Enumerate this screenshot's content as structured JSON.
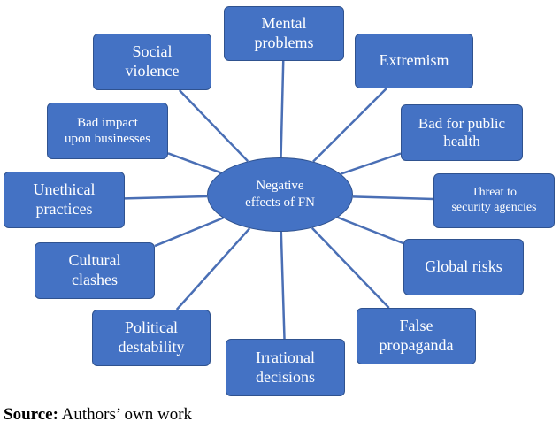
{
  "diagram": {
    "center_label": "Negative\neffects of FN",
    "colors": {
      "fill": "#4472c4",
      "stroke": "#2f528f",
      "connector": "#4a6fb5"
    },
    "nodes": [
      {
        "id": "mental-problems",
        "label": "Mental\nproblems"
      },
      {
        "id": "extremism",
        "label": "Extremism"
      },
      {
        "id": "bad-for-public-health",
        "label": "Bad for public\nhealth"
      },
      {
        "id": "threat-to-security-agencies",
        "label": "Threat to\nsecurity agencies"
      },
      {
        "id": "global-risks",
        "label": "Global risks"
      },
      {
        "id": "false-propaganda",
        "label": "False\npropaganda"
      },
      {
        "id": "irrational-decisions",
        "label": "Irrational\ndecisions"
      },
      {
        "id": "political-destability",
        "label": "Political\ndestability"
      },
      {
        "id": "cultural-clashes",
        "label": "Cultural\nclashes"
      },
      {
        "id": "unethical-practices",
        "label": "Unethical\npractices"
      },
      {
        "id": "bad-impact-upon-businesses",
        "label": "Bad impact\nupon businesses"
      },
      {
        "id": "social-violence",
        "label": "Social\nviolence"
      }
    ]
  },
  "source": {
    "prefix": "Source:",
    "text": " Authors’ own work"
  }
}
